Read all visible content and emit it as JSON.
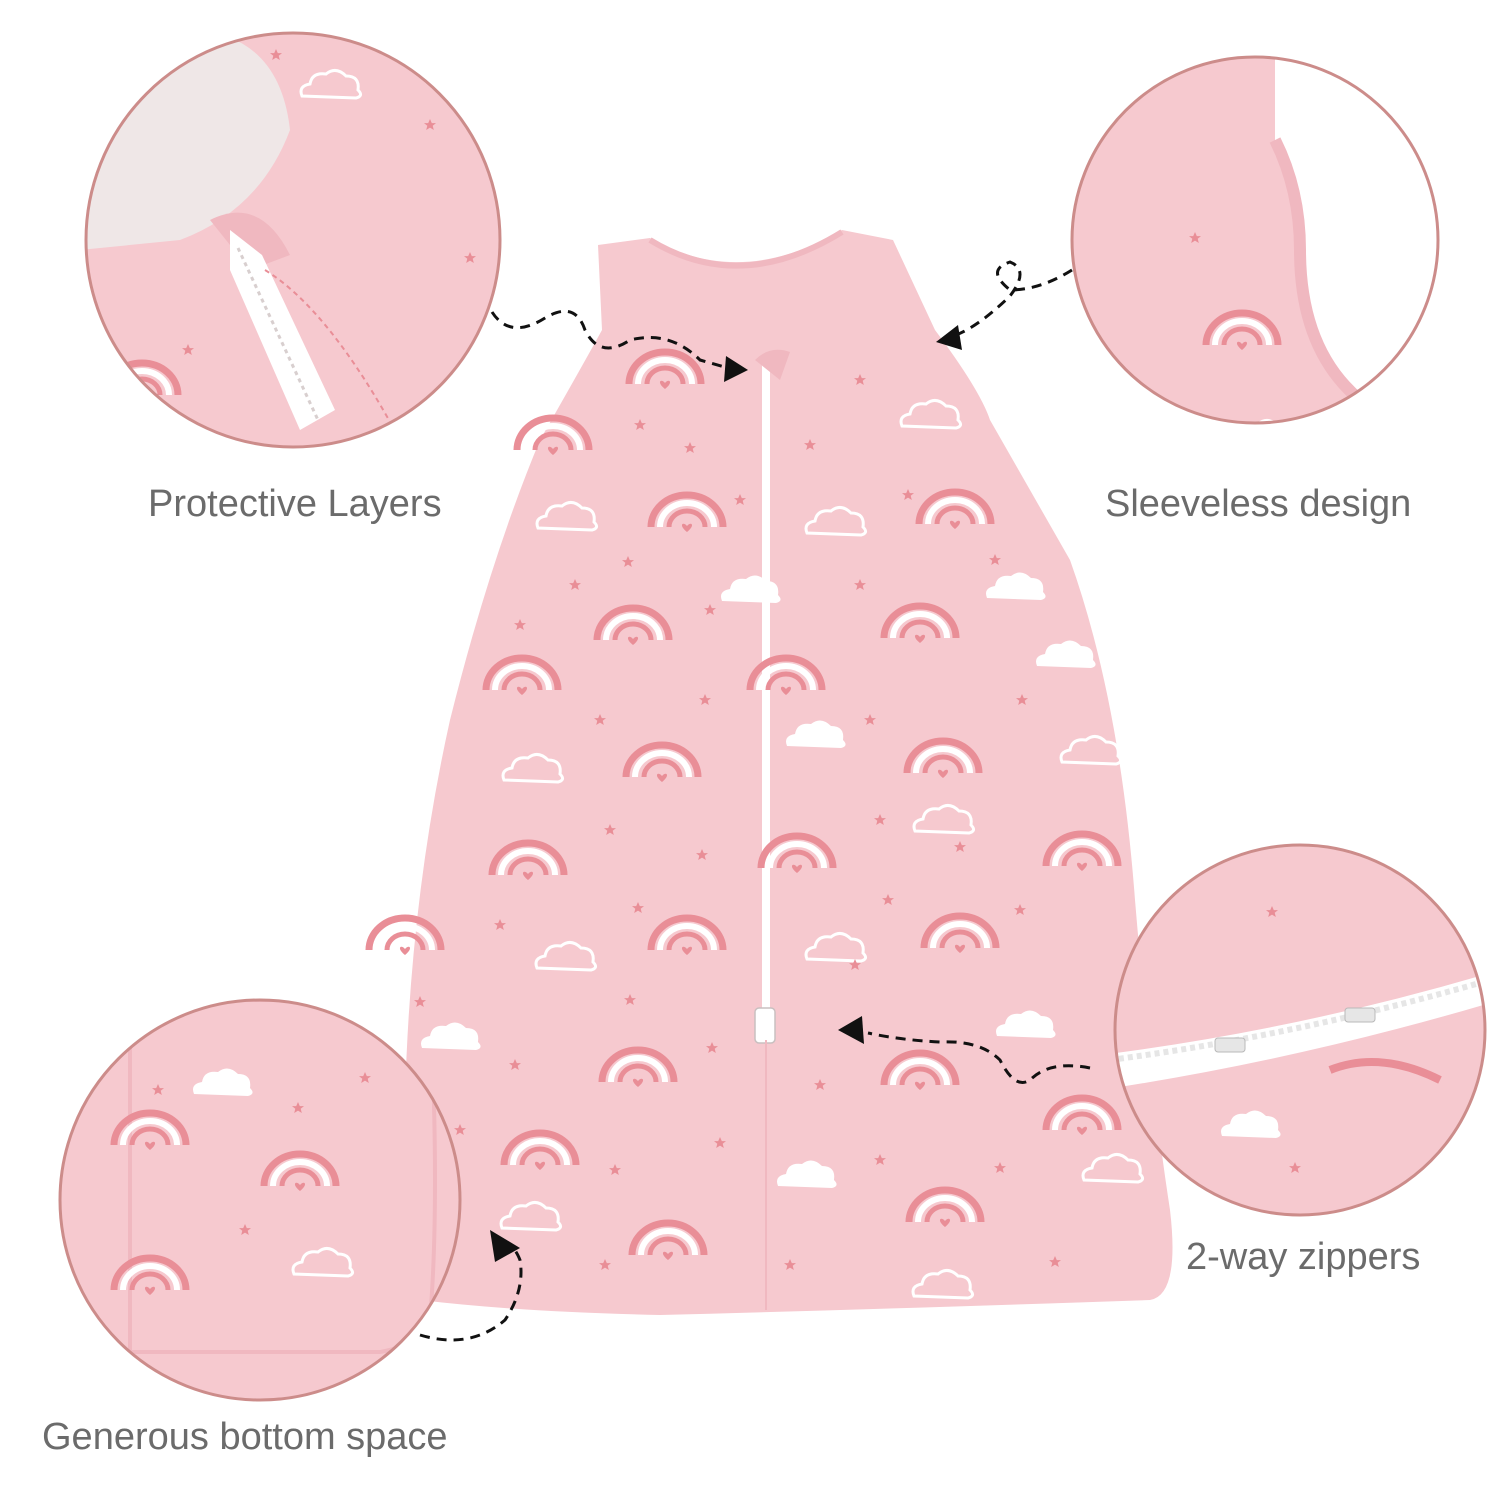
{
  "colors": {
    "fabric": "#f6c9cf",
    "fabric_dark": "#f0b8c0",
    "lining": "#efe7e7",
    "print_coral": "#e98e97",
    "print_white": "#ffffff",
    "circle_border": "#cc8c8a",
    "label_text": "#6b6b6b",
    "arrow": "#111111"
  },
  "features": {
    "protective_layers": "Protective Layers",
    "sleeveless_design": "Sleeveless design",
    "two_way_zippers": "2-way zippers",
    "generous_bottom_space": "Generous bottom space"
  },
  "icons": {
    "arrow": "dashed-curved-arrow-icon",
    "rainbow": "rainbow-icon",
    "cloud": "cloud-icon",
    "star": "star-icon"
  }
}
